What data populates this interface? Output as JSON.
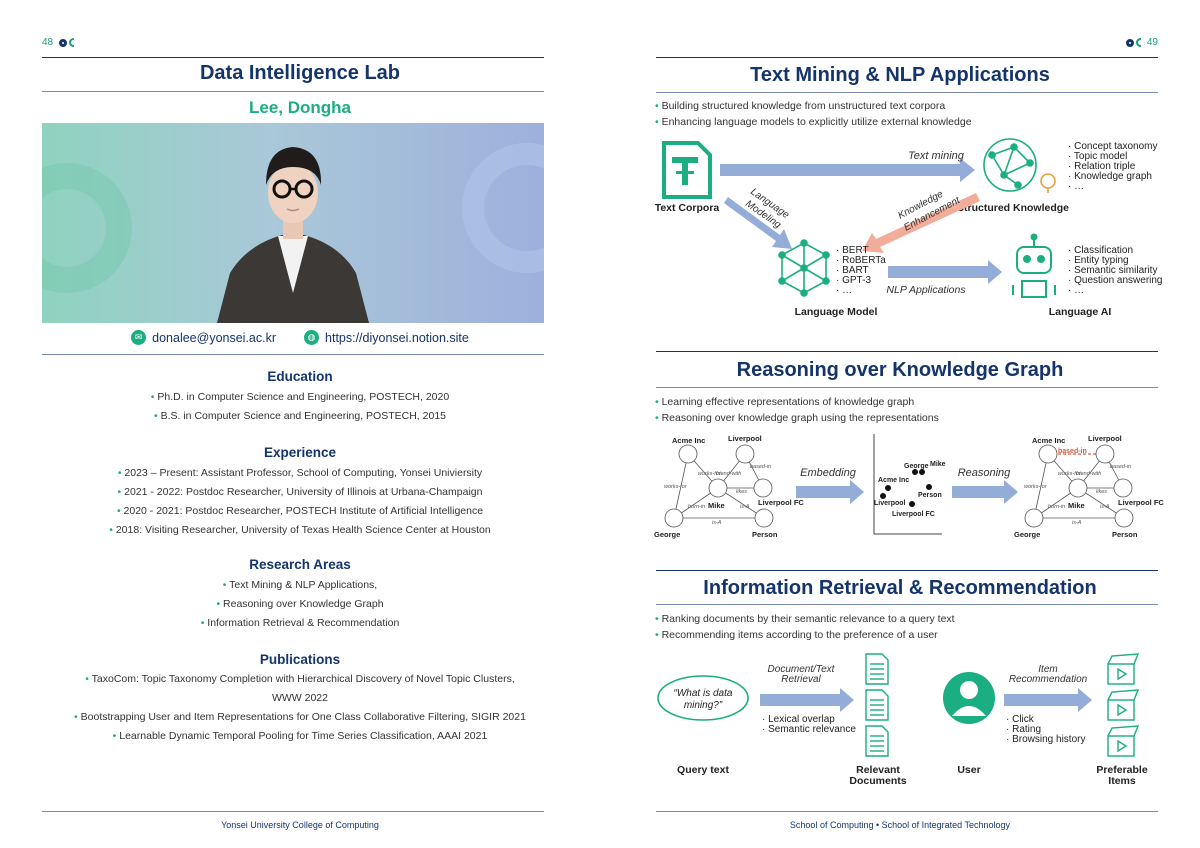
{
  "left": {
    "page_number": "48",
    "lab_title": "Data Intelligence Lab",
    "person_name": "Lee, Dongha",
    "email": "donalee@yonsei.ac.kr",
    "website": "https://diyonsei.notion.site",
    "education": {
      "title": "Education",
      "items": [
        "Ph.D. in Computer Science and Engineering, POSTECH, 2020",
        "B.S. in Computer Science and Engineering, POSTECH, 2015"
      ]
    },
    "experience": {
      "title": "Experience",
      "items": [
        "2023 – Present: Assistant Professor, School of Computing, Yonsei Univiersity",
        "2021 - 2022: Postdoc Researcher, University of Illinois at Urbana-Champaign",
        "2020 - 2021: Postdoc Researcher, POSTECH Institute of Artificial Intelligence",
        "2018: Visiting Researcher, University of Texas Health Science Center at Houston"
      ]
    },
    "research": {
      "title": "Research Areas",
      "items": [
        "Text Mining & NLP Applications,",
        "Reasoning over Knowledge Graph",
        "Information Retrieval & Recommendation"
      ]
    },
    "publications": {
      "title": "Publications",
      "items": [
        "TaxoCom: Topic Taxonomy Completion with Hierarchical Discovery of Novel Topic Clusters,",
        "WWW 2022",
        "Bootstrapping User and Item Representations for One Class Collaborative Filtering, SIGIR 2021",
        "Learnable Dynamic Temporal Pooling for Time Series Classification, AAAI 2021"
      ]
    },
    "footer": "Yonsei University College of Computing"
  },
  "right": {
    "page_number": "49",
    "sections": [
      {
        "title": "Text Mining & NLP Applications",
        "bullets": [
          "Building structured knowledge from unstructured text corpora",
          "Enhancing language models to explicitly utilize external knowledge"
        ]
      },
      {
        "title": "Reasoning over Knowledge Graph",
        "bullets": [
          "Learning effective representations of knowledge graph",
          "Reasoning over knowledge graph using the representations"
        ]
      },
      {
        "title": "Information Retrieval & Recommendation",
        "bullets": [
          "Ranking documents by their semantic relevance to a query text",
          "Recommending items according to the preference of a user"
        ]
      }
    ],
    "tm": {
      "text_corpora": "Text Corpora",
      "text_mining": "Text mining",
      "structured_knowledge": "Structured Knowledge",
      "sk_list": [
        "· Concept taxonomy",
        "· Topic model",
        "· Relation triple",
        "· Knowledge graph",
        "· …"
      ],
      "language_modeling_1": "Language",
      "language_modeling_2": "Modeling",
      "knowledge_enh_1": "Knowledge",
      "knowledge_enh_2": "Enhancement",
      "lm_list": [
        "· BERT",
        "· RoBERTa",
        "· BART",
        "· GPT-3",
        "· …"
      ],
      "nlp_applications": "NLP Applications",
      "ai_list": [
        "· Classification",
        "· Entity typing",
        "· Semantic similarity",
        "· Question answering",
        "· …"
      ],
      "language_model": "Language Model",
      "language_ai": "Language AI"
    },
    "kg": {
      "acme": "Acme Inc",
      "liverpool": "Liverpool",
      "mike": "Mike",
      "liverpool_fc": "Liverpool FC",
      "george": "George",
      "person": "Person",
      "works_for": "works-for",
      "friend_with": "friend-with",
      "based_in": "based-in",
      "likes": "likes",
      "born_in": "born-in",
      "is_a": "is-A",
      "embedding": "Embedding",
      "reasoning": "Reasoning"
    },
    "ir": {
      "query_1": "“What is data",
      "query_2": "mining?”",
      "doc_retrieval_1": "Document/Text",
      "doc_retrieval_2": "Retrieval",
      "doc_list": [
        "· Lexical overlap",
        "· Semantic relevance"
      ],
      "query_text": "Query text",
      "relevant_1": "Relevant",
      "relevant_2": "Documents",
      "item_rec_1": "Item",
      "item_rec_2": "Recommendation",
      "user_list": [
        "· Click",
        "· Rating",
        "· Browsing history"
      ],
      "user": "User",
      "preferable_1": "Preferable",
      "preferable_2": "Items"
    },
    "footer": "School of Computing • School of Integrated Technology"
  },
  "colors": {
    "navy": "#14346b",
    "green": "#1aae82",
    "arrow_blue": "#93acd8",
    "arrow_salmon": "#f1ad9a"
  }
}
